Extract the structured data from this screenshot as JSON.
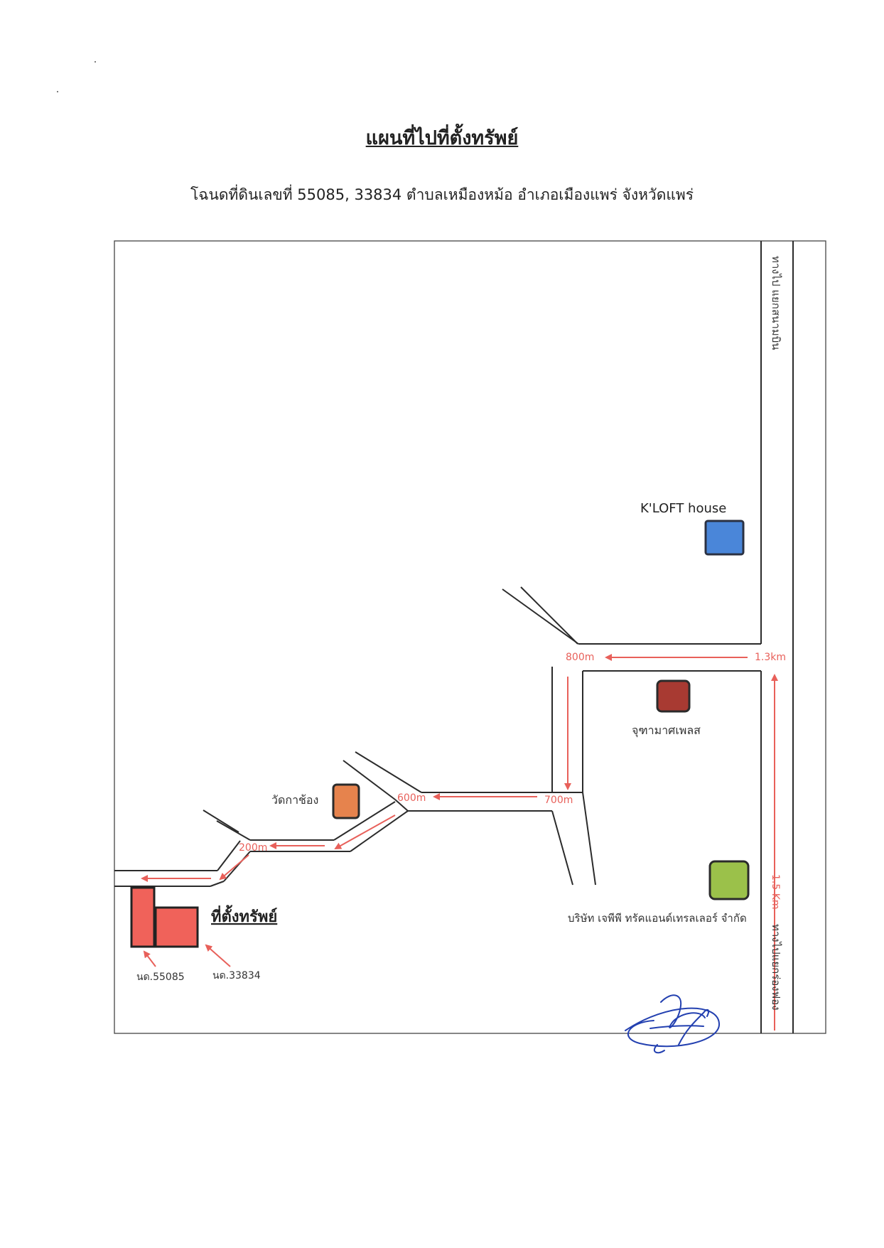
{
  "title": "แผนที่ไปที่ตั้งทรัพย์",
  "subtitle": "โฉนดที่ดินเลขที่ 55085, 33834 ตำบลเหมืองหม้อ อำเภอเมืองแพร่ จังหวัดแพร่",
  "road_labels": {
    "top": "ทางไป แยกสนามบิน",
    "bottom": "ทางไปแยกร่องฟอง"
  },
  "distances": {
    "d1": "1.3km",
    "d2": "800m",
    "d3": "700m",
    "d4": "600m",
    "d5": "200m",
    "d6": "1.5 Km"
  },
  "landmarks": {
    "kloft": {
      "label": "K'LOFT house",
      "color": "#4a86d9"
    },
    "jutamas": {
      "label": "จุฑามาศเพลส",
      "color": "#a83a32"
    },
    "temple": {
      "label": "วัดกาช้อง",
      "color": "#e6834d"
    },
    "company": {
      "label": "บริษัท เจพีพี ทรัคแอนด์เทรลเลอร์ จำกัด",
      "color": "#9bc14a"
    }
  },
  "property": {
    "label": "ที่ตั้งทรัพย์",
    "color": "#f0625a",
    "deed1": "นด.55085",
    "deed2": "นด.33834"
  },
  "colors": {
    "route": "#e8605a",
    "road": "#2b2b2b",
    "signature": "#2340b0"
  }
}
